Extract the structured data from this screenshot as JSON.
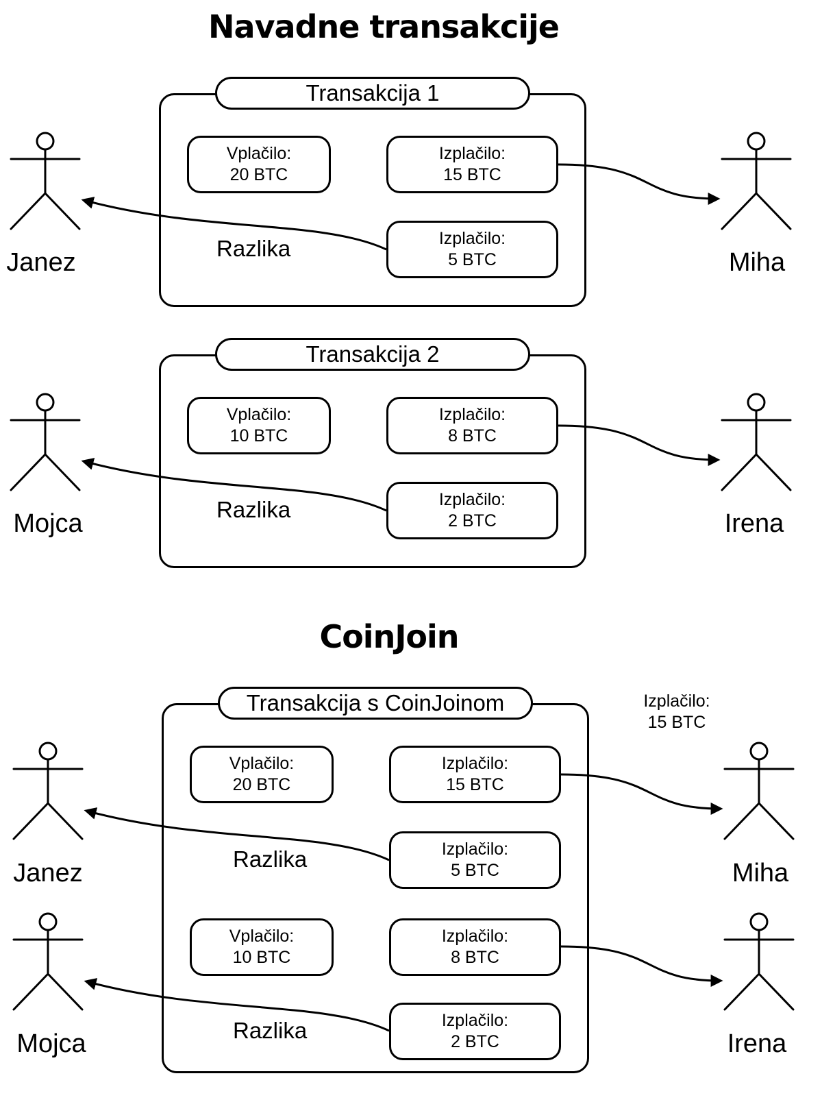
{
  "diagram": {
    "sections": [
      {
        "heading": "Navadne transakcije",
        "transactions": [
          {
            "title": "Transakcija 1",
            "razlika_label": "Razlika",
            "payer": "Janez",
            "recipient": "Miha",
            "inputs": [
              {
                "label": "Vplačilo:",
                "amount": "20 BTC"
              }
            ],
            "outputs": [
              {
                "label": "Izplačilo:",
                "amount": "15 BTC"
              },
              {
                "label": "Izplačilo:",
                "amount": "5 BTC"
              }
            ]
          },
          {
            "title": "Transakcija 2",
            "razlika_label": "Razlika",
            "payer": "Mojca",
            "recipient": "Irena",
            "inputs": [
              {
                "label": "Vplačilo:",
                "amount": "10 BTC"
              }
            ],
            "outputs": [
              {
                "label": "Izplačilo:",
                "amount": "8 BTC"
              },
              {
                "label": "Izplačilo:",
                "amount": "2 BTC"
              }
            ]
          }
        ]
      },
      {
        "heading": "CoinJoin",
        "transaction": {
          "title": "Transakcija s CoinJoinom",
          "razlika_labels": [
            "Razlika",
            "Razlika"
          ],
          "payers": [
            "Janez",
            "Mojca"
          ],
          "recipients": [
            "Miha",
            "Irena"
          ],
          "inputs": [
            {
              "label": "Vplačilo:",
              "amount": "20 BTC"
            },
            {
              "label": "Vplačilo:",
              "amount": "10 BTC"
            }
          ],
          "outputs": [
            {
              "label": "Izplačilo:",
              "amount": "15 BTC"
            },
            {
              "label": "Izplačilo:",
              "amount": "5 BTC"
            },
            {
              "label": "Izplačilo:",
              "amount": "8 BTC"
            },
            {
              "label": "Izplačilo:",
              "amount": "2 BTC"
            }
          ]
        },
        "side_note": {
          "label": "Izplačilo:",
          "amount": "15 BTC"
        }
      }
    ]
  }
}
